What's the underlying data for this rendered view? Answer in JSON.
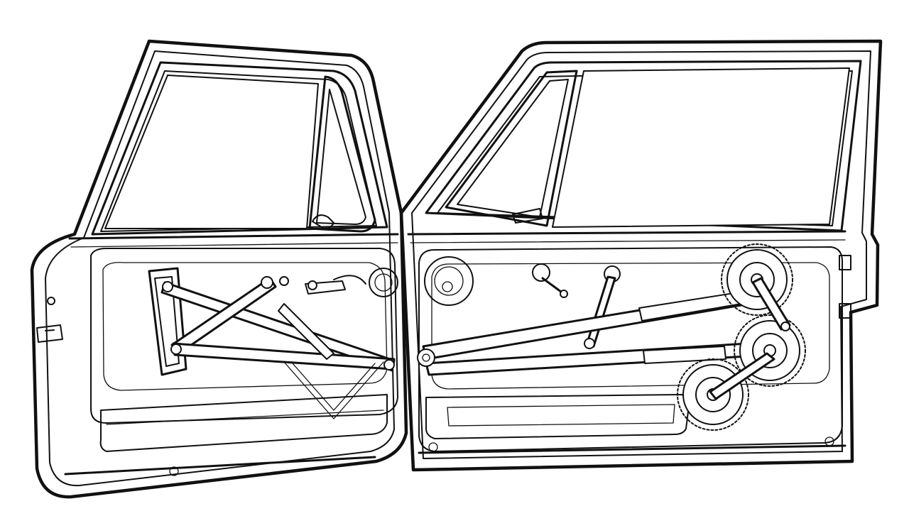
{
  "diagram": {
    "colors": {
      "ink": "#111111",
      "paper": "#ffffff"
    },
    "parts": [
      {
        "id": "left-door",
        "icon": "car-door-icon"
      },
      {
        "id": "left-window-regulator",
        "icon": "scissor-lift-icon"
      },
      {
        "id": "right-door",
        "icon": "car-door-icon"
      },
      {
        "id": "right-window-regulator",
        "icon": "gear-drive-icon"
      }
    ]
  }
}
